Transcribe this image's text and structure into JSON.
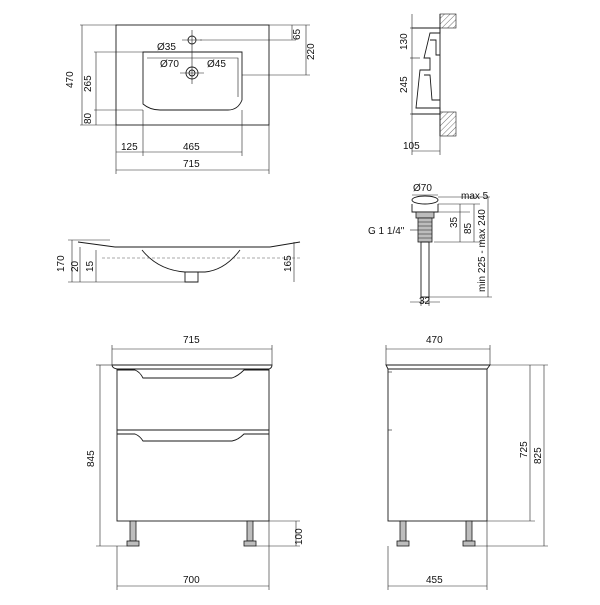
{
  "basin_top": {
    "labels": {
      "tap_hole": "Ø35",
      "drain_outer": "Ø70",
      "drain_inner": "Ø45",
      "depth_total": "470",
      "offset_a": "265",
      "offset_b": "80",
      "right_a": "65",
      "right_b": "220",
      "left_margin": "125",
      "bowl_width": "465",
      "overall_width": "715"
    }
  },
  "section_side": {
    "labels": {
      "top_h": "130",
      "mid_h": "245",
      "bottom_w": "105"
    }
  },
  "basin_front": {
    "labels": {
      "h_total": "170",
      "h_rim": "20",
      "h_edge": "15",
      "h_right": "165"
    }
  },
  "siphon": {
    "labels": {
      "diameter": "Ø70",
      "max_offset": "max 5",
      "h1": "35",
      "h2": "85",
      "range": "min 225 - max 240",
      "thread": "G 1 1/4\"",
      "pipe": "32"
    }
  },
  "cabinet_front": {
    "labels": {
      "top_width": "715",
      "height": "845",
      "leg_h": "100",
      "bottom_width": "700"
    }
  },
  "cabinet_side": {
    "labels": {
      "top_depth": "470",
      "h_body": "725",
      "h_total": "825",
      "bottom_depth": "455"
    }
  }
}
